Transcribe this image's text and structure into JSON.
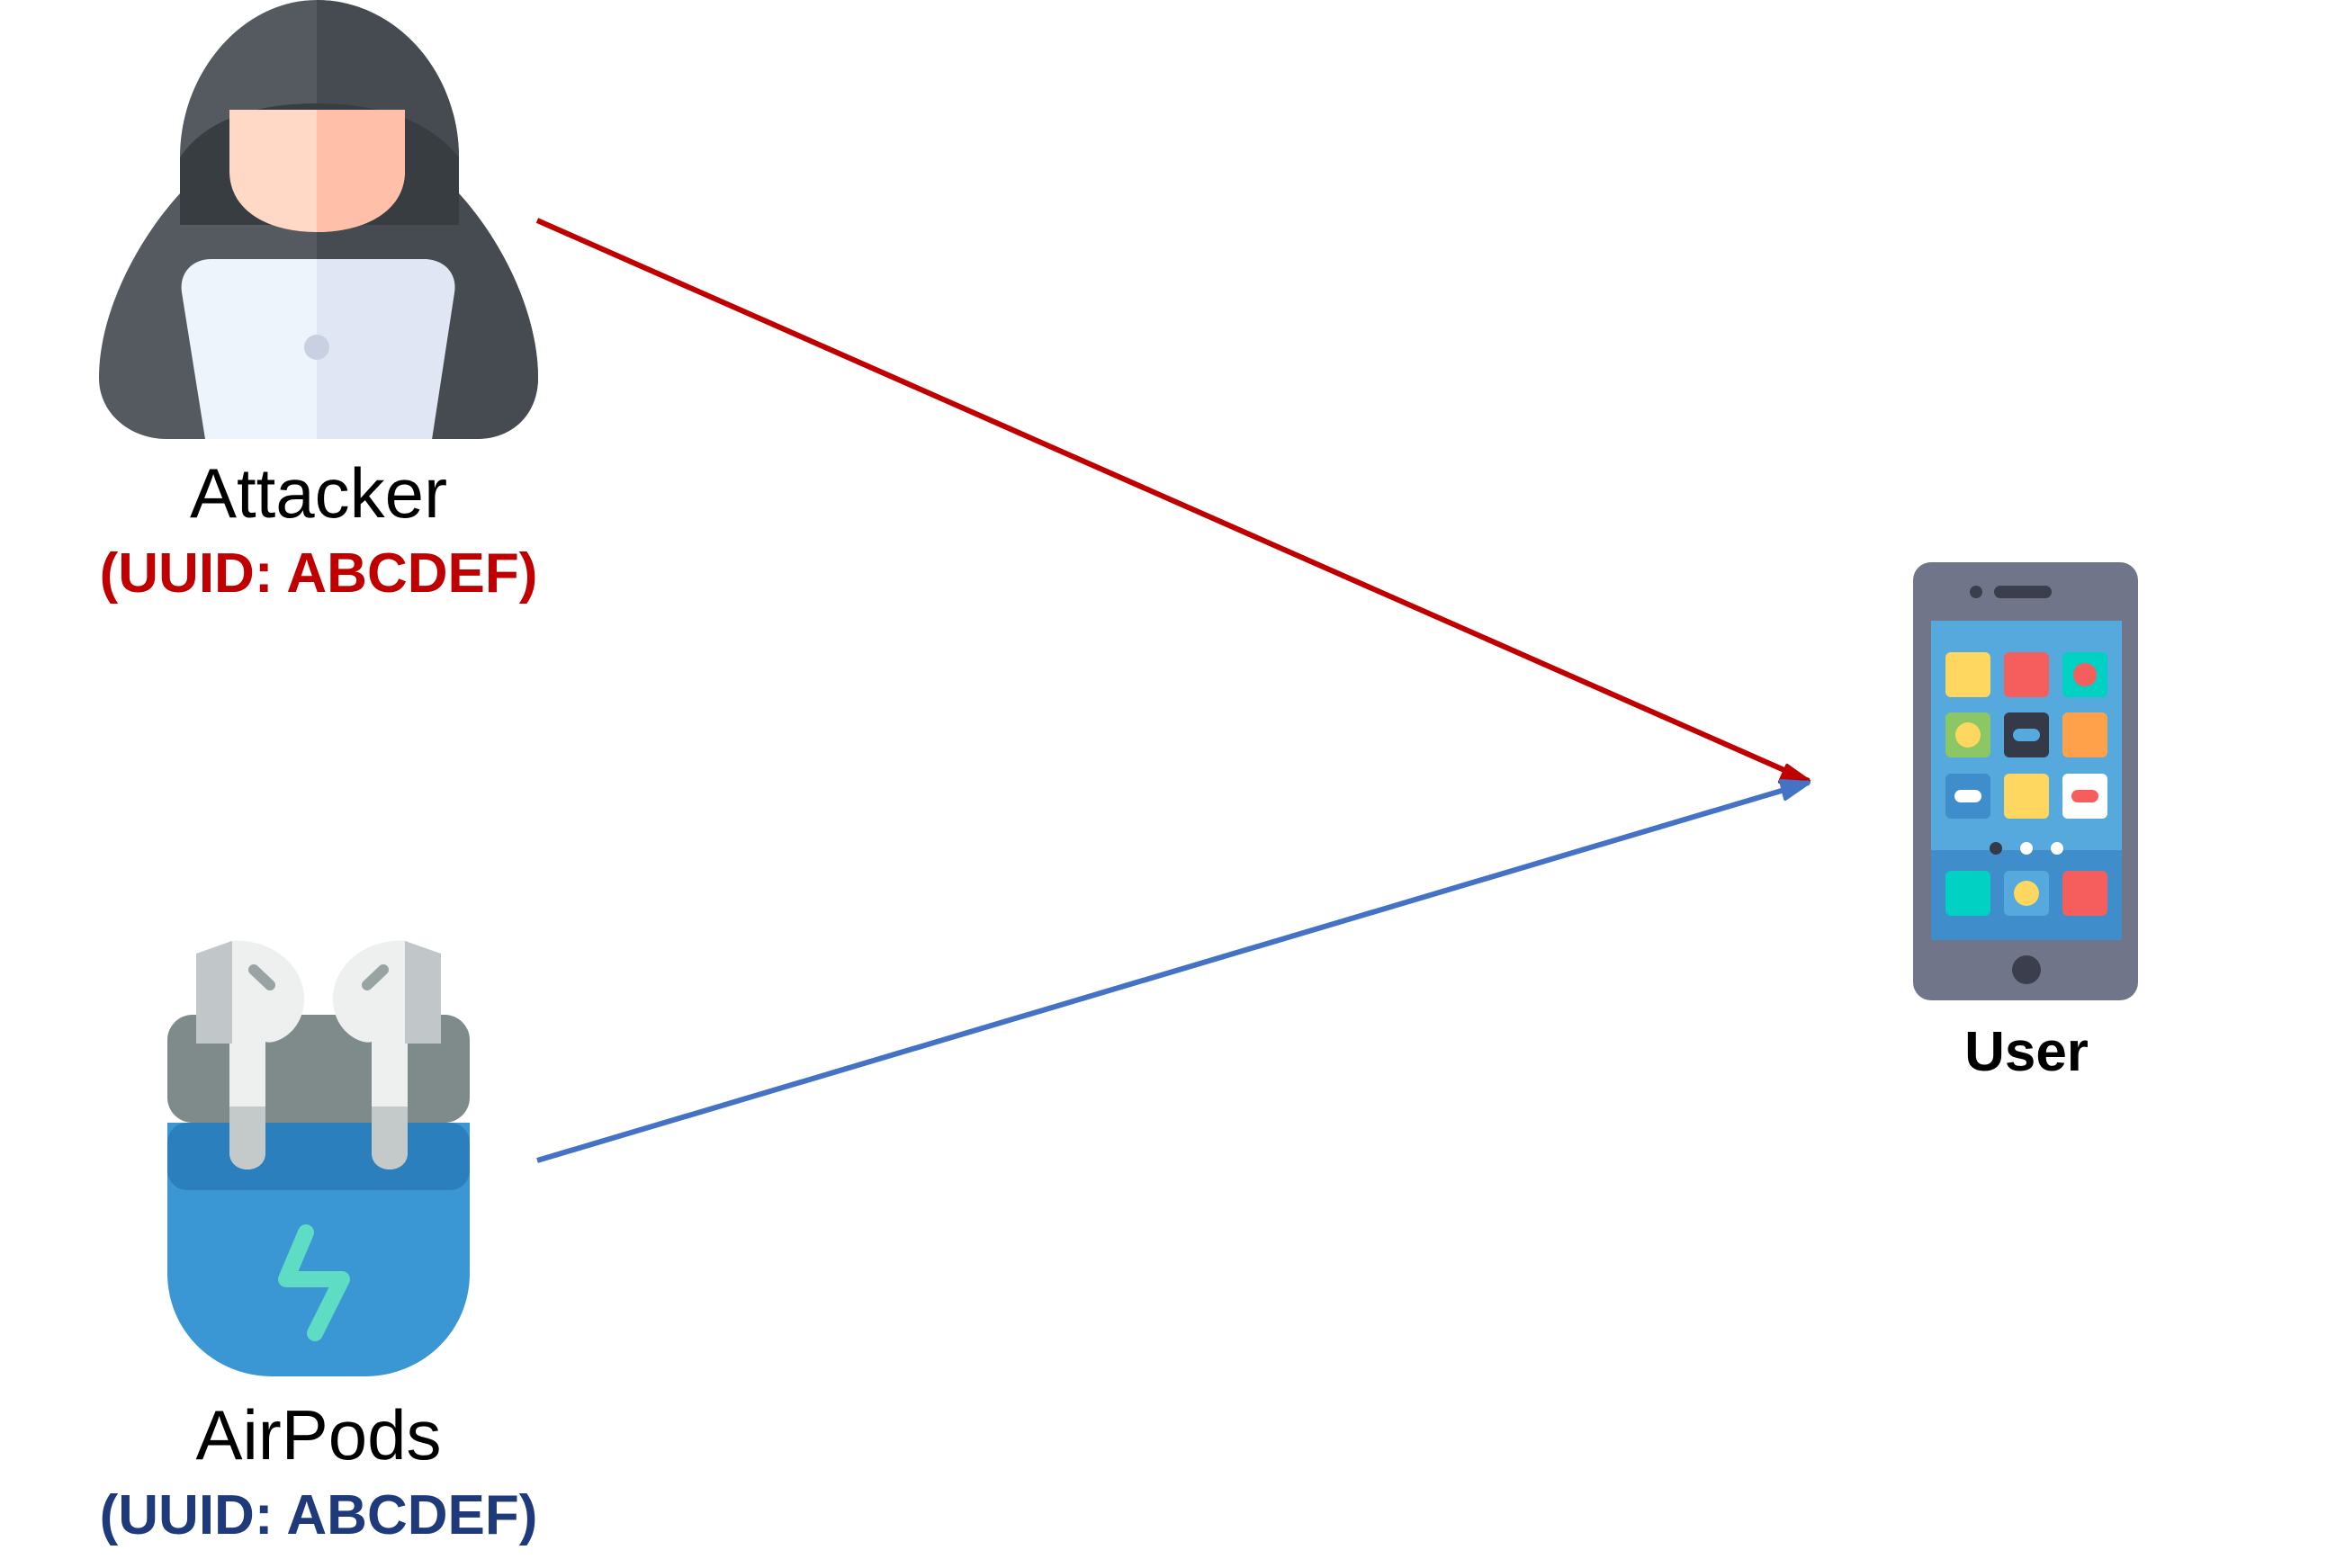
{
  "nodes": {
    "attacker": {
      "name": "Attacker",
      "uuid": "(UUID: ABCDEF)",
      "uuid_color": "#C00000",
      "icon": "hooded-hacker-icon"
    },
    "airpods": {
      "name": "AirPods",
      "uuid": "(UUID: ABCDEF)",
      "uuid_color": "#1F3A7A",
      "icon": "airpods-case-icon"
    },
    "user": {
      "name": "User",
      "icon": "smartphone-icon"
    }
  },
  "edges": [
    {
      "from": "attacker",
      "to": "user",
      "color": "#C00000"
    },
    {
      "from": "airpods",
      "to": "user",
      "color": "#4472C4"
    }
  ]
}
